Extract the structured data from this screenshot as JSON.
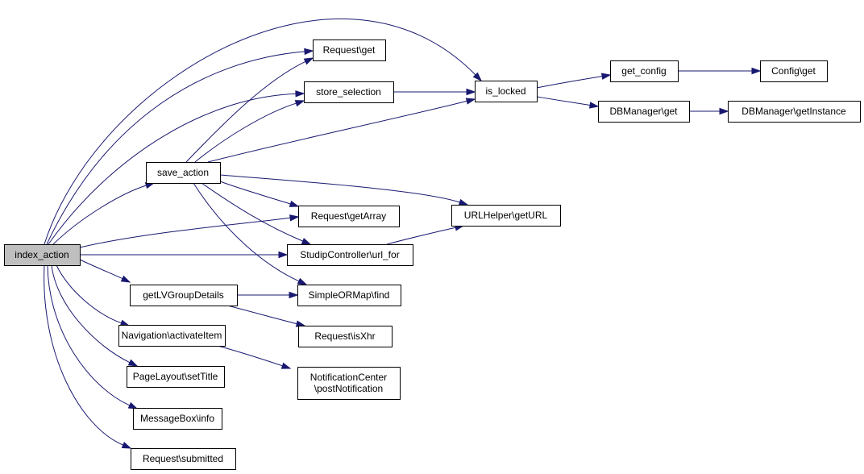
{
  "graph": {
    "nodes": [
      {
        "id": "index_action",
        "lines": [
          "index_action"
        ],
        "root": true
      },
      {
        "id": "save_action",
        "lines": [
          "save_action"
        ]
      },
      {
        "id": "getLVGroupDetails",
        "lines": [
          "getLVGroupDetails"
        ]
      },
      {
        "id": "nav_activate",
        "lines": [
          "Navigation\\activateItem"
        ]
      },
      {
        "id": "pagelayout_settitle",
        "lines": [
          "PageLayout\\setTitle"
        ]
      },
      {
        "id": "messagebox_info",
        "lines": [
          "MessageBox\\info"
        ]
      },
      {
        "id": "request_submitted",
        "lines": [
          "Request\\submitted"
        ]
      },
      {
        "id": "request_get",
        "lines": [
          "Request\\get"
        ]
      },
      {
        "id": "store_selection",
        "lines": [
          "store_selection"
        ]
      },
      {
        "id": "request_getarray",
        "lines": [
          "Request\\getArray"
        ]
      },
      {
        "id": "studip_urlfor",
        "lines": [
          "StudipController\\url_for"
        ]
      },
      {
        "id": "simpleormap_find",
        "lines": [
          "SimpleORMap\\find"
        ]
      },
      {
        "id": "request_isxhr",
        "lines": [
          "Request\\isXhr"
        ]
      },
      {
        "id": "notification_post",
        "lines": [
          "NotificationCenter",
          "\\postNotification"
        ]
      },
      {
        "id": "is_locked",
        "lines": [
          "is_locked"
        ]
      },
      {
        "id": "urlhelper_geturl",
        "lines": [
          "URLHelper\\getURL"
        ]
      },
      {
        "id": "get_config",
        "lines": [
          "get_config"
        ]
      },
      {
        "id": "dbmanager_get",
        "lines": [
          "DBManager\\get"
        ]
      },
      {
        "id": "config_get",
        "lines": [
          "Config\\get"
        ]
      },
      {
        "id": "dbmanager_getinstance",
        "lines": [
          "DBManager\\getInstance"
        ]
      }
    ],
    "edges": [
      {
        "from": "index_action",
        "to": "is_locked"
      },
      {
        "from": "index_action",
        "to": "request_get"
      },
      {
        "from": "index_action",
        "to": "store_selection"
      },
      {
        "from": "index_action",
        "to": "save_action"
      },
      {
        "from": "index_action",
        "to": "request_getarray"
      },
      {
        "from": "index_action",
        "to": "studip_urlfor"
      },
      {
        "from": "index_action",
        "to": "getLVGroupDetails"
      },
      {
        "from": "index_action",
        "to": "nav_activate"
      },
      {
        "from": "index_action",
        "to": "pagelayout_settitle"
      },
      {
        "from": "index_action",
        "to": "messagebox_info"
      },
      {
        "from": "index_action",
        "to": "request_submitted"
      },
      {
        "from": "save_action",
        "to": "request_get"
      },
      {
        "from": "save_action",
        "to": "store_selection"
      },
      {
        "from": "save_action",
        "to": "is_locked"
      },
      {
        "from": "save_action",
        "to": "urlhelper_geturl"
      },
      {
        "from": "save_action",
        "to": "request_getarray"
      },
      {
        "from": "save_action",
        "to": "studip_urlfor"
      },
      {
        "from": "save_action",
        "to": "simpleormap_find"
      },
      {
        "from": "store_selection",
        "to": "is_locked"
      },
      {
        "from": "getLVGroupDetails",
        "to": "simpleormap_find"
      },
      {
        "from": "getLVGroupDetails",
        "to": "request_isxhr"
      },
      {
        "from": "nav_activate",
        "to": "notification_post"
      },
      {
        "from": "studip_urlfor",
        "to": "urlhelper_geturl"
      },
      {
        "from": "is_locked",
        "to": "get_config"
      },
      {
        "from": "is_locked",
        "to": "dbmanager_get"
      },
      {
        "from": "get_config",
        "to": "config_get"
      },
      {
        "from": "dbmanager_get",
        "to": "dbmanager_getinstance"
      }
    ]
  }
}
